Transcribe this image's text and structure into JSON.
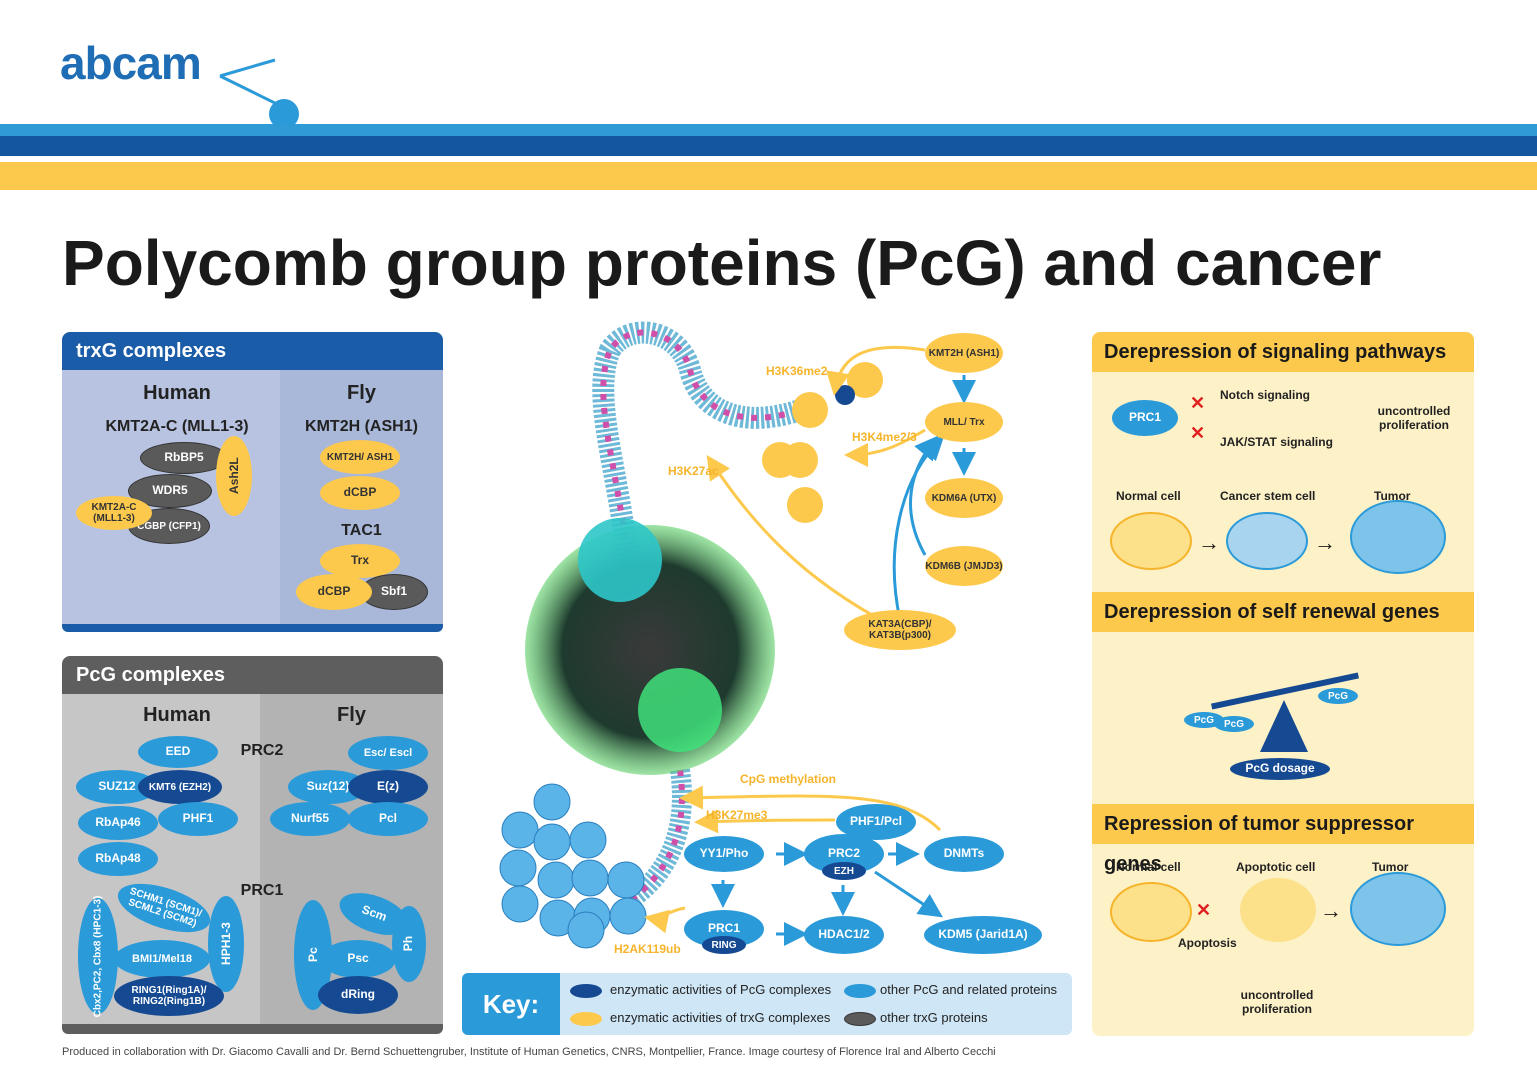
{
  "header": {
    "logo_text": "abcam",
    "title": "Polycomb group proteins (PcG) and cancer"
  },
  "trxg": {
    "heading": "trxG complexes",
    "human_label": "Human",
    "fly_label": "Fly",
    "human_complex": "KMT2A-C (MLL1-3)",
    "human_subunits": [
      "RbBP5",
      "WDR5",
      "Ash2L",
      "KMT2A-C (MLL1-3)",
      "CGBP (CFP1)"
    ],
    "fly_complex1": "KMT2H (ASH1)",
    "fly_complex1_subunits": [
      "KMT2H/ ASH1",
      "dCBP"
    ],
    "fly_complex2": "TAC1",
    "fly_complex2_subunits": [
      "Trx",
      "dCBP",
      "Sbf1"
    ]
  },
  "pcg": {
    "heading": "PcG complexes",
    "human_label": "Human",
    "fly_label": "Fly",
    "prc2_label": "PRC2",
    "prc1_label": "PRC1",
    "human_prc2": [
      "EED",
      "SUZ12",
      "KMT6 (EZH2)",
      "RbAp46",
      "PHF1",
      "RbAp48"
    ],
    "fly_prc2": [
      "Esc/ Escl",
      "Suz(12)",
      "E(z)",
      "Nurf55",
      "Pcl"
    ],
    "human_prc1": [
      "SCHM1 (SCM1)/ SCML2 (SCM2)",
      "Cbx2,PC2, Cbx8 (HPC1-3)",
      "HPH1-3",
      "BMI1/Mel18",
      "RING1(Ring1A)/ RING2(Ring1B)"
    ],
    "fly_prc1": [
      "Scm",
      "Pc",
      "Ph",
      "Psc",
      "dRing"
    ]
  },
  "center": {
    "top_nodes": [
      "KMT2H (ASH1)",
      "MLL/ Trx",
      "KDM6A (UTX)",
      "KDM6B (JMJD3)",
      "KAT3A(CBP)/ KAT3B(p300)"
    ],
    "top_marks": [
      "H3K36me2",
      "H3K4me2/3",
      "H3K27ac"
    ],
    "bottom_nodes": [
      "PHF1/Pcl",
      "YY1/Pho",
      "PRC2",
      "EZH",
      "DNMTs",
      "PRC1",
      "RING",
      "HDAC1/2",
      "KDM5 (Jarid1A)"
    ],
    "bottom_marks": [
      "CpG methylation",
      "H3K27me3",
      "H2AK119ub"
    ]
  },
  "right": {
    "panel1": {
      "heading": "Derepression of signaling pathways",
      "prc1": "PRC1",
      "notch": "Notch signaling",
      "jak": "JAK/STAT signaling",
      "uncontrolled": "uncontrolled proliferation",
      "normal": "Normal cell",
      "cancer_stem": "Cancer stem cell",
      "tumor": "Tumor"
    },
    "panel2": {
      "heading": "Derepression of self renewal genes",
      "pcg_word": "PcG",
      "dosage": "PcG dosage"
    },
    "panel3": {
      "heading": "Repression of tumor suppressor genes",
      "normal": "Normal cell",
      "apoptotic": "Apoptotic cell",
      "tumor": "Tumor",
      "apoptosis": "Apoptosis",
      "uncontrolled": "uncontrolled proliferation"
    }
  },
  "key": {
    "label": "Key:",
    "items": [
      "enzymatic activities of PcG complexes",
      "other PcG and related proteins",
      "enzymatic activities of trxG complexes",
      "other trxG proteins"
    ]
  },
  "footer": "Produced in collaboration with Dr. Giacomo Cavalli and Dr. Bernd Schuettengruber, Institute of Human Genetics, CNRS, Montpellier, France. Image courtesy of Florence Iral and Alberto Cecchi",
  "colors": {
    "brand_blue": "#1f6db5",
    "light_blue": "#2a9ad9",
    "dark_blue": "#154a93",
    "yellow": "#fcc94d",
    "grey": "#5a5a5a"
  }
}
